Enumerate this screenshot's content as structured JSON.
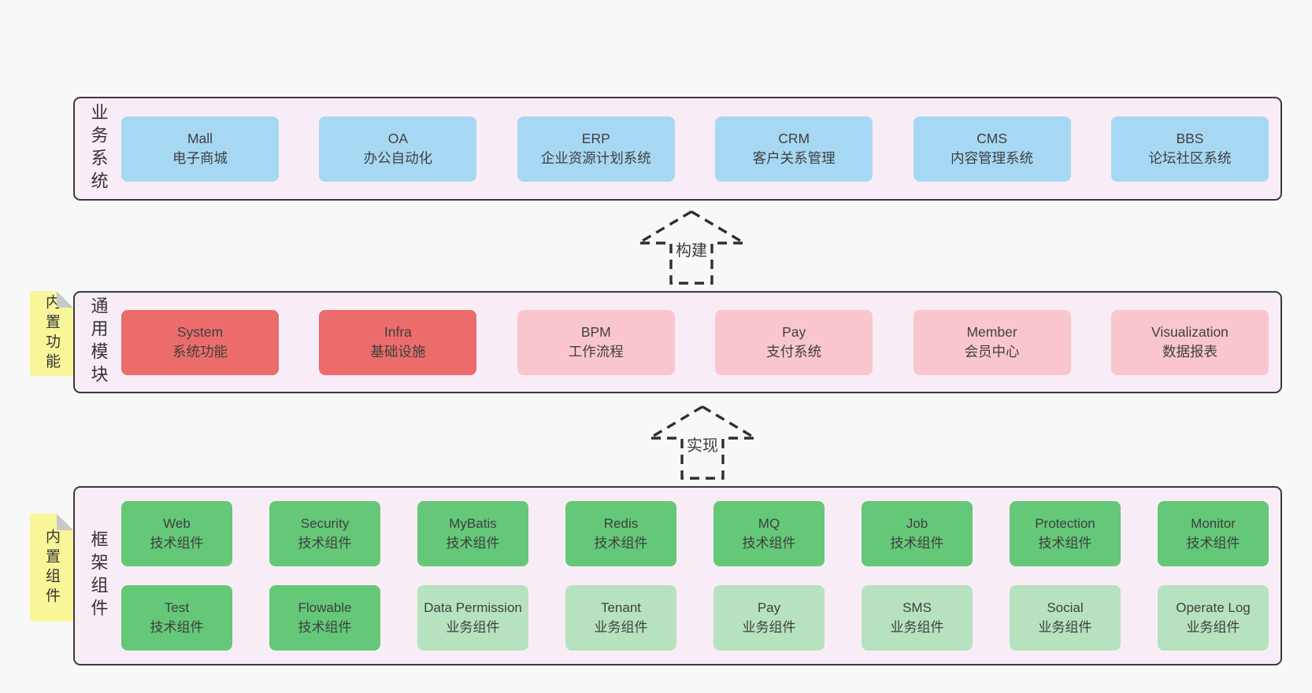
{
  "palette": {
    "page_bg": "#f8f8f8",
    "band_bg": "#f8edf6",
    "band_border": "#3a3a3a",
    "blue": "#a7d8f3",
    "red": "#ec6c6c",
    "pink": "#fac6ce",
    "green_dark": "#64c878",
    "green_light": "#b6e2bf",
    "sticky_yellow": "#f9f69a",
    "sticky_fold": "#c8c8c8",
    "arrow_stroke": "#2f2f2f"
  },
  "bands": [
    {
      "label": "业务系统",
      "boxes": [
        {
          "title": "Mall",
          "subtitle": "电子商城"
        },
        {
          "title": "OA",
          "subtitle": "办公自动化"
        },
        {
          "title": "ERP",
          "subtitle": "企业资源计划系统"
        },
        {
          "title": "CRM",
          "subtitle": "客户关系管理"
        },
        {
          "title": "CMS",
          "subtitle": "内容管理系统"
        },
        {
          "title": "BBS",
          "subtitle": "论坛社区系统"
        }
      ]
    },
    {
      "label": "通用模块",
      "sticky": "内置功能",
      "boxes": [
        {
          "title": "System",
          "subtitle": "系统功能"
        },
        {
          "title": "Infra",
          "subtitle": "基础设施"
        },
        {
          "title": "BPM",
          "subtitle": "工作流程"
        },
        {
          "title": "Pay",
          "subtitle": "支付系统"
        },
        {
          "title": "Member",
          "subtitle": "会员中心"
        },
        {
          "title": "Visualization",
          "subtitle": "数据报表"
        }
      ]
    },
    {
      "label": "框架组件",
      "sticky": "内置组件",
      "row1": [
        {
          "title": "Web",
          "subtitle": "技术组件"
        },
        {
          "title": "Security",
          "subtitle": "技术组件"
        },
        {
          "title": "MyBatis",
          "subtitle": "技术组件"
        },
        {
          "title": "Redis",
          "subtitle": "技术组件"
        },
        {
          "title": "MQ",
          "subtitle": "技术组件"
        },
        {
          "title": "Job",
          "subtitle": "技术组件"
        },
        {
          "title": "Protection",
          "subtitle": "技术组件"
        },
        {
          "title": "Monitor",
          "subtitle": "技术组件"
        }
      ],
      "row2": [
        {
          "title": "Test",
          "subtitle": "技术组件"
        },
        {
          "title": "Flowable",
          "subtitle": "技术组件"
        },
        {
          "title": "Data Permission",
          "subtitle": "业务组件"
        },
        {
          "title": "Tenant",
          "subtitle": "业务组件"
        },
        {
          "title": "Pay",
          "subtitle": "业务组件"
        },
        {
          "title": "SMS",
          "subtitle": "业务组件"
        },
        {
          "title": "Social",
          "subtitle": "业务组件"
        },
        {
          "title": "Operate Log",
          "subtitle": "业务组件"
        }
      ]
    }
  ],
  "arrows": [
    {
      "label": "构建"
    },
    {
      "label": "实现"
    }
  ]
}
